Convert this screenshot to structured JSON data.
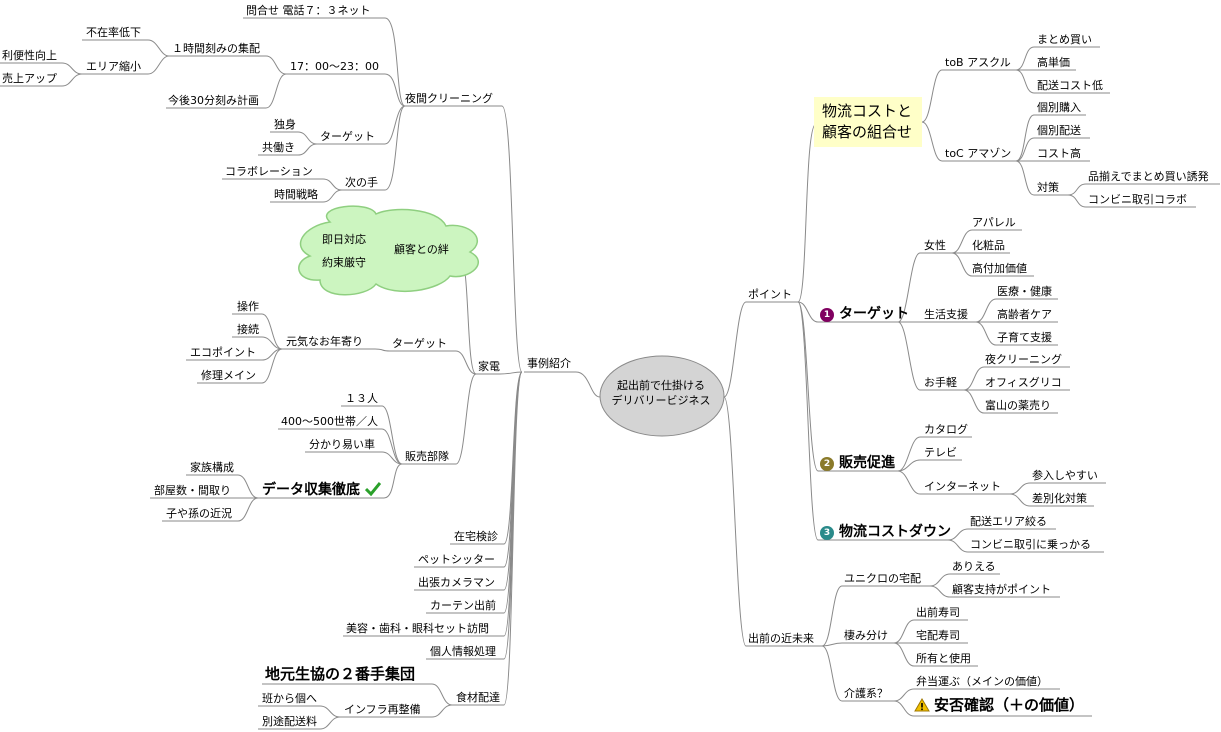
{
  "center": {
    "line1": "起出前で仕掛ける",
    "line2": "デリバリービジネス"
  },
  "left": {
    "jireishoukai": "事例紹介",
    "yakan": {
      "label": "夜間クリーニング",
      "toiawase": "問合せ 電話７：３ネット",
      "hours": "17：00〜23：00",
      "ichijikan": "１時間刻みの集配",
      "fuzai": "不在率低下",
      "area": "エリア縮小",
      "benri": "利便性向上",
      "uriage": "売上アップ",
      "kongo": "今後30分刻み計画",
      "target": "ターゲット",
      "dokushin": "独身",
      "tomobataraki": "共働き",
      "tsugi": "次の手",
      "collab": "コラボレーション",
      "jitan": "時間戦略"
    },
    "kaden": {
      "label": "家電",
      "kizuna": "顧客との絆",
      "sokujitsu": "即日対応",
      "yakusoku": "約束厳守",
      "target": "ターゲット",
      "genki": "元気なお年寄り",
      "sousa": "操作",
      "setsuzoku": "接続",
      "ecopoint": "エコポイント",
      "shuuri": "修理メイン",
      "hanbai": "販売部隊",
      "juusan": "１３人",
      "setai": "400〜500世帯／人",
      "car": "分かり易い車",
      "data": "データ収集徹底",
      "kazoku": "家族構成",
      "heya": "部屋数・間取り",
      "kodomo": "子や孫の近況"
    },
    "others": {
      "zaitaku": "在宅検診",
      "pet": "ペットシッター",
      "camera": "出張カメラマン",
      "curtain": "カーテン出前",
      "biyou": "美容・歯科・眼科セット訪問",
      "kojin": "個人情報処理"
    },
    "shokuzai": {
      "label": "食材配達",
      "seikyou": "地元生協の２番手集団",
      "infra": "インフラ再整備",
      "han": "班から個へ",
      "betto": "別途配送料"
    }
  },
  "right": {
    "point": "ポイント",
    "butsuryu": {
      "line1": "物流コストと",
      "line2": "顧客の組合せ"
    },
    "tob": "toB アスクル",
    "matome": "まとめ買い",
    "kotanka": "高単価",
    "haisou_low": "配送コスト低",
    "toc": "toC アマゾン",
    "kobetsu_kounyu": "個別購入",
    "kobetsu_haisou": "個別配送",
    "cost_high": "コスト高",
    "taisaku": "対策",
    "shinazoroe": "品揃えでまとめ買い誘発",
    "conveni_collab": "コンビニ取引コラボ",
    "target": {
      "num": "1",
      "label": "ターゲット"
    },
    "josei": "女性",
    "apparel": "アパレル",
    "keshouhin": "化粧品",
    "koufuka": "高付加価値",
    "seikatsu": "生活支援",
    "iryou": "医療・健康",
    "koureisha": "高齢者ケア",
    "kosodate": "子育て支援",
    "otegaru": "お手軽",
    "yoru_cleaning": "夜クリーニング",
    "office": "オフィスグリコ",
    "toyama": "富山の薬売り",
    "hanbai": {
      "num": "2",
      "label": "販売促進"
    },
    "catalog": "カタログ",
    "tv": "テレビ",
    "internet": "インターネット",
    "sannyu": "参入しやすい",
    "sabetsuka": "差別化対策",
    "butsuryu_down": {
      "num": "3",
      "label": "物流コストダウン"
    },
    "area_shiboru": "配送エリア絞る",
    "conveni_noru": "コンビニ取引に乗っかる",
    "kinmirai": "出前の近未来",
    "uniqlo": "ユニクロの宅配",
    "arieru": "ありえる",
    "kokyaku_shiji": "顧客支持がポイント",
    "sumiwake": "棲み分け",
    "demae_sushi": "出前寿司",
    "takuhai_sushi": "宅配寿司",
    "shoyu": "所有と使用",
    "kaigo": "介護系？",
    "bentou": "弁当運ぶ（メインの価値）",
    "anpi": "安否確認（＋の価値）"
  },
  "colors": {
    "line": "#8a8a8a",
    "center_fill": "#d4d4d4",
    "cloud_fill": "#ccf5c0",
    "cloud_stroke": "#8fcf80",
    "highlight": "#ffffc8",
    "num1": "#800060",
    "num2": "#8a7a2a",
    "num3": "#2a8a8a",
    "check": "#2aa02a",
    "warning": "#f0c000"
  }
}
